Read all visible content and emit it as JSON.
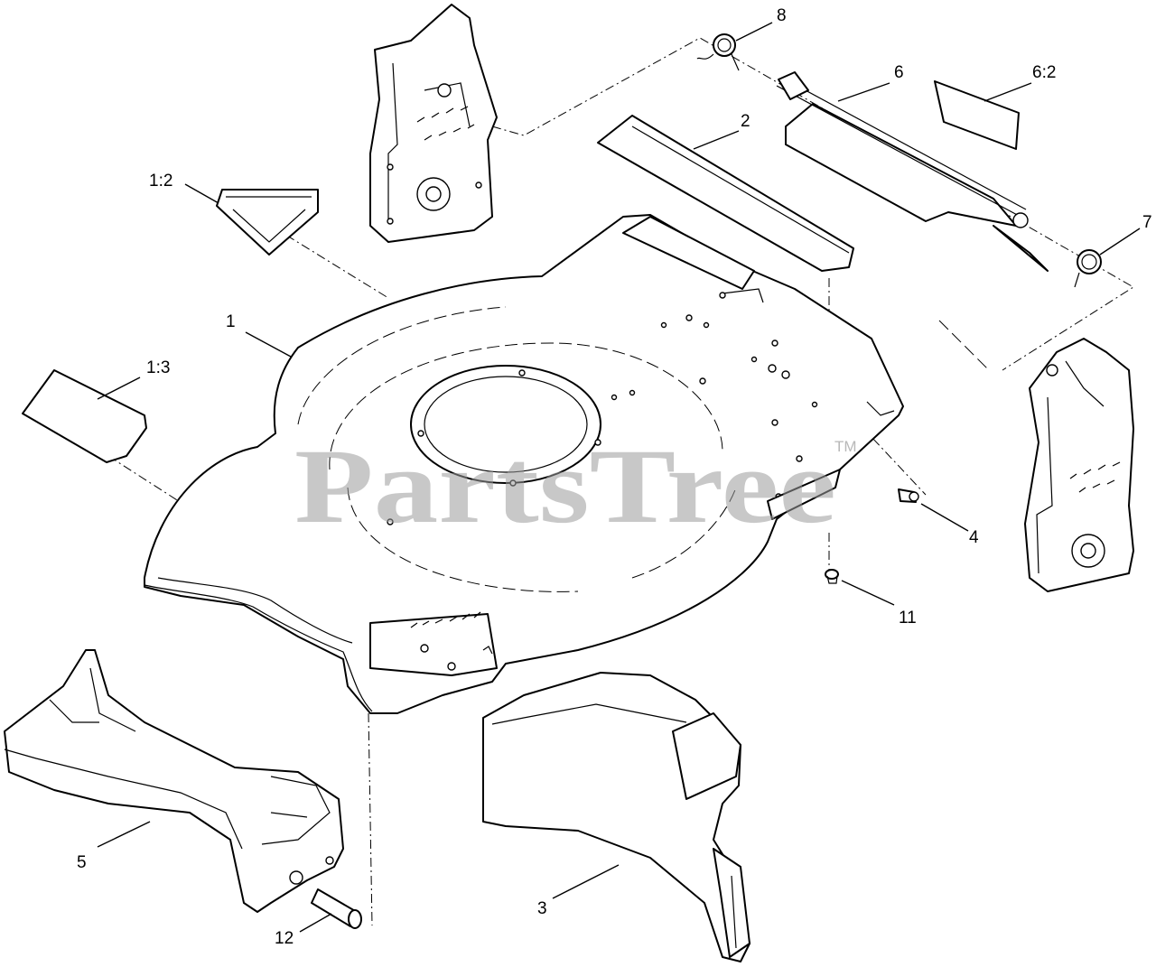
{
  "watermark": {
    "brand": "PartsTree",
    "trademark": "TM"
  },
  "callouts": {
    "c1": "1",
    "c1_2": "1:2",
    "c1_3": "1:3",
    "c2": "2",
    "c3": "3",
    "c4": "4",
    "c5": "5",
    "c6": "6",
    "c6_2": "6:2",
    "c7": "7",
    "c8": "8",
    "c11": "11",
    "c12": "12"
  }
}
